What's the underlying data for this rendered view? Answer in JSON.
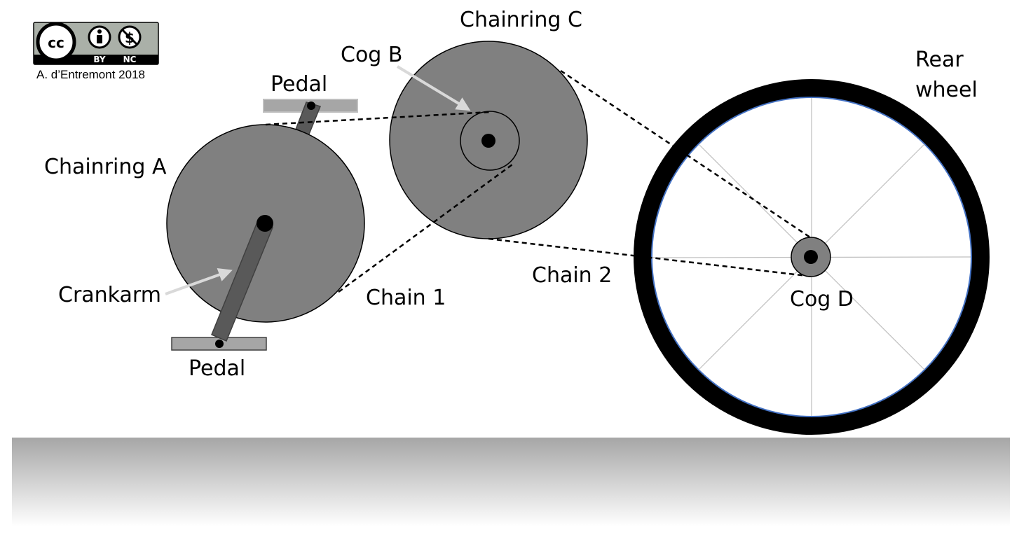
{
  "license_badge": {
    "cc_mark": "cc",
    "by": "BY",
    "nc": "NC",
    "by_icon": "person-icon",
    "nc_icon": "no-dollar-icon"
  },
  "credit": "A. d’Entremont 2018",
  "labels": {
    "pedal_top": "Pedal",
    "pedal_bottom": "Pedal",
    "chainring_a": "Chainring A",
    "crankarm": "Crankarm",
    "chain_1": "Chain 1",
    "cog_b": "Cog B",
    "chainring_c": "Chainring C",
    "chain_2": "Chain 2",
    "cog_d": "Cog D",
    "rear_wheel_line1": "Rear",
    "rear_wheel_line2": "wheel"
  },
  "colors": {
    "chainring_fill": "#808080",
    "crankarm_fill": "#595959",
    "pedal_fill": "#a6a6a6",
    "tire": "#000000",
    "rim": "#4472c4",
    "spoke": "#bfbfbf",
    "ground_top": "#a6a6a6",
    "ground_bottom": "#ffffff"
  }
}
